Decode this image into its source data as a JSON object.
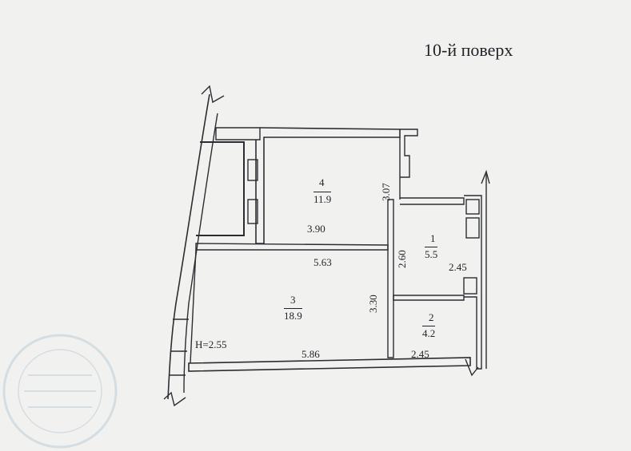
{
  "floor_title": "10-й поверх",
  "ceiling_height": "H=2.55",
  "rooms": [
    {
      "number": "1",
      "area": "5.5"
    },
    {
      "number": "2",
      "area": "4.2"
    },
    {
      "number": "3",
      "area": "18.9"
    },
    {
      "number": "4",
      "area": "11.9"
    }
  ],
  "dimensions": {
    "room4_width": "3.90",
    "room4_depth": "3.07",
    "room3_top_width": "5.63",
    "room3_bottom_width": "5.86",
    "room3_depth": "3.30",
    "room1_depth": "2.60",
    "room1_width": "2.45",
    "room2_width": "2.45"
  },
  "stamp": {
    "present": true,
    "color": "#9fb7c9"
  },
  "colors": {
    "ink": "#1f2226",
    "paper": "#f1f2f0"
  }
}
